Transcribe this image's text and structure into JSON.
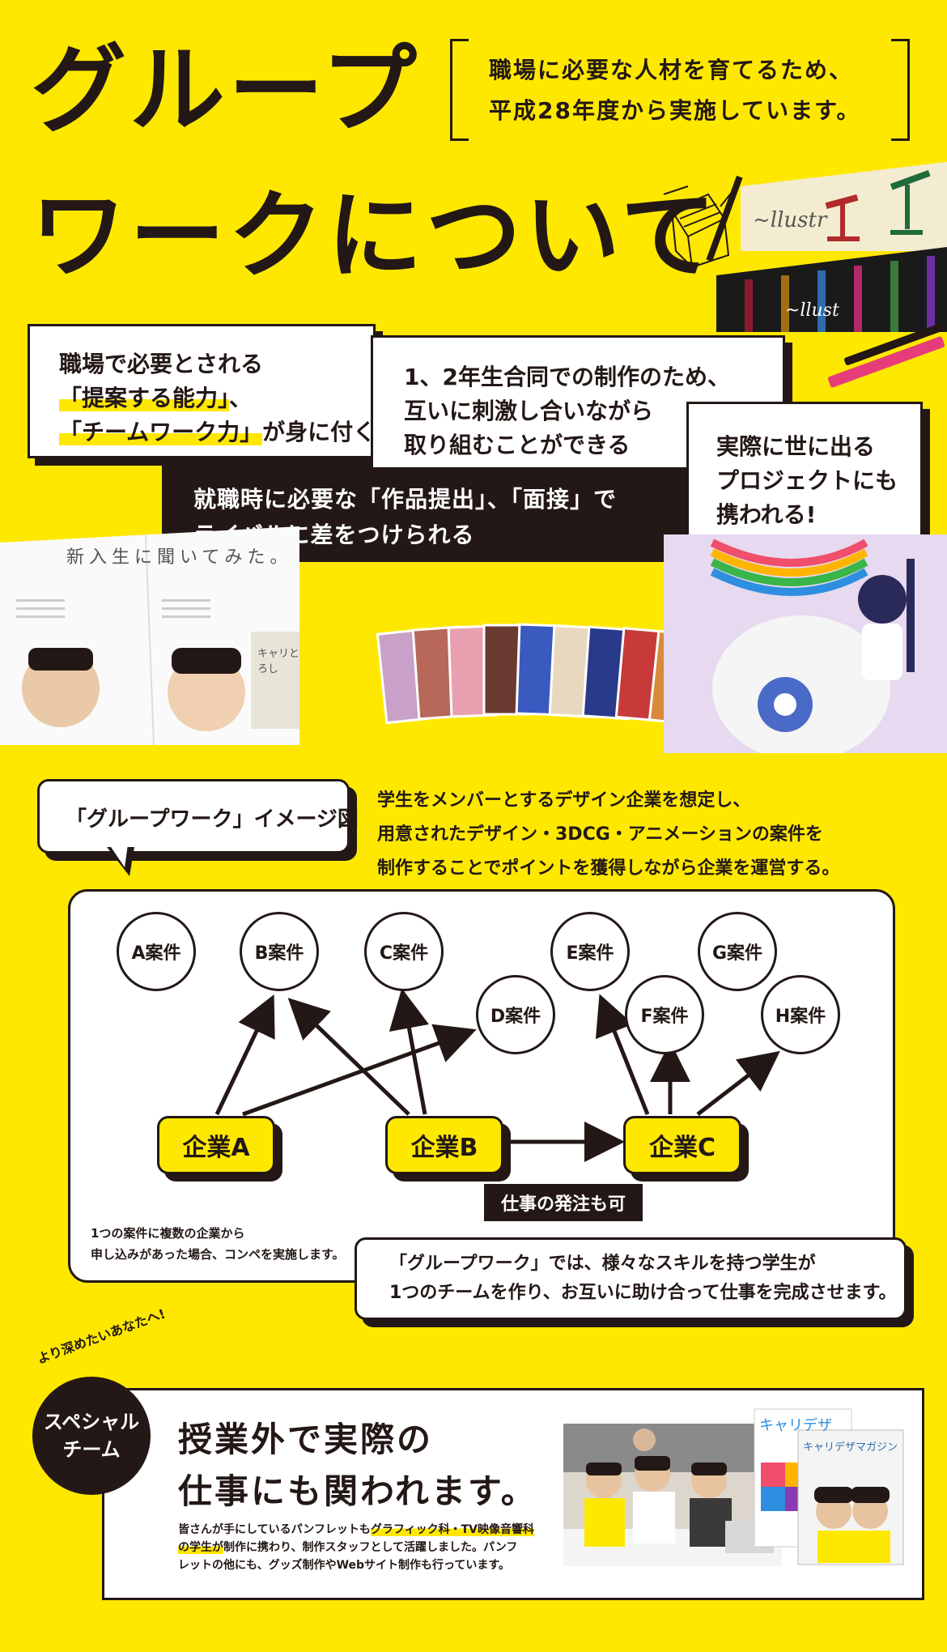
{
  "header": {
    "title_line1": "グループ",
    "title_line2": "ワークについて",
    "intro_line1": "職場に必要な人材を育てるため、",
    "intro_line2": "平成28年度から実施しています。"
  },
  "points": {
    "p1_line1": "職場で必要とされる",
    "p1_hl1": "「提案する能力」",
    "p1_after1": "、",
    "p1_hl2": "「チームワーク力」",
    "p1_after2": "が身に付く",
    "p2_line1": "1、2年生合同での制作のため、",
    "p2_line2": "互いに刺激し合いながら",
    "p2_line3": "取り組むことができる",
    "p3_line1": "就職時に必要な「作品提出」、「面接」で",
    "p3_line2": "ライバルに差をつけられる",
    "p4_line1": "実際に世に出る",
    "p4_line2": "プロジェクトにも",
    "p4_line3": "携われる!"
  },
  "magazine": {
    "heading": "新入生に聞いてみた。",
    "booklet": "キャリとろし"
  },
  "diagram": {
    "label": "「グループワーク」イメージ図",
    "desc_line1": "学生をメンバーとするデザイン企業を想定し、",
    "desc_line2": "用意されたデザイン・3DCG・アニメーションの案件を",
    "desc_line3": "制作することでポイントを獲得しながら企業を運営する。",
    "cases": [
      "A案件",
      "B案件",
      "C案件",
      "D案件",
      "E案件",
      "F案件",
      "G案件",
      "H案件"
    ],
    "corps": [
      "企業A",
      "企業B",
      "企業C"
    ],
    "order_note": "仕事の発注も可",
    "compe_line1": "1つの案件に複数の企業から",
    "compe_line2": "申し込みがあった場合、コンペを実施します。",
    "summary_line1": "「グループワーク」では、様々なスキルを持つ学生が",
    "summary_line2": "1つのチームを作り、お互いに助け合って仕事を完成させます。"
  },
  "special": {
    "tag": "より深めたいあなたへ!",
    "badge_line1": "スペシャル",
    "badge_line2": "チーム",
    "heading_line1": "授業外で実際の",
    "heading_line2": "仕事にも関われます。",
    "body_pre": "皆さんが手にしているパンフレットも",
    "body_hl1": "グラフィック科・TV映像音響科",
    "body_hl2": "の学生が",
    "body_line2_rest": "制作に携わり、制作スタッフとして活躍しました。パンフ",
    "body_line3": "レットの他にも、グッズ制作やWebサイト制作も行っています。",
    "mag_title1": "キャリデザ",
    "mag_title2": "キャリデザマガジン"
  },
  "colors": {
    "yellow": "#ffe800",
    "ink": "#231815",
    "white": "#ffffff"
  }
}
